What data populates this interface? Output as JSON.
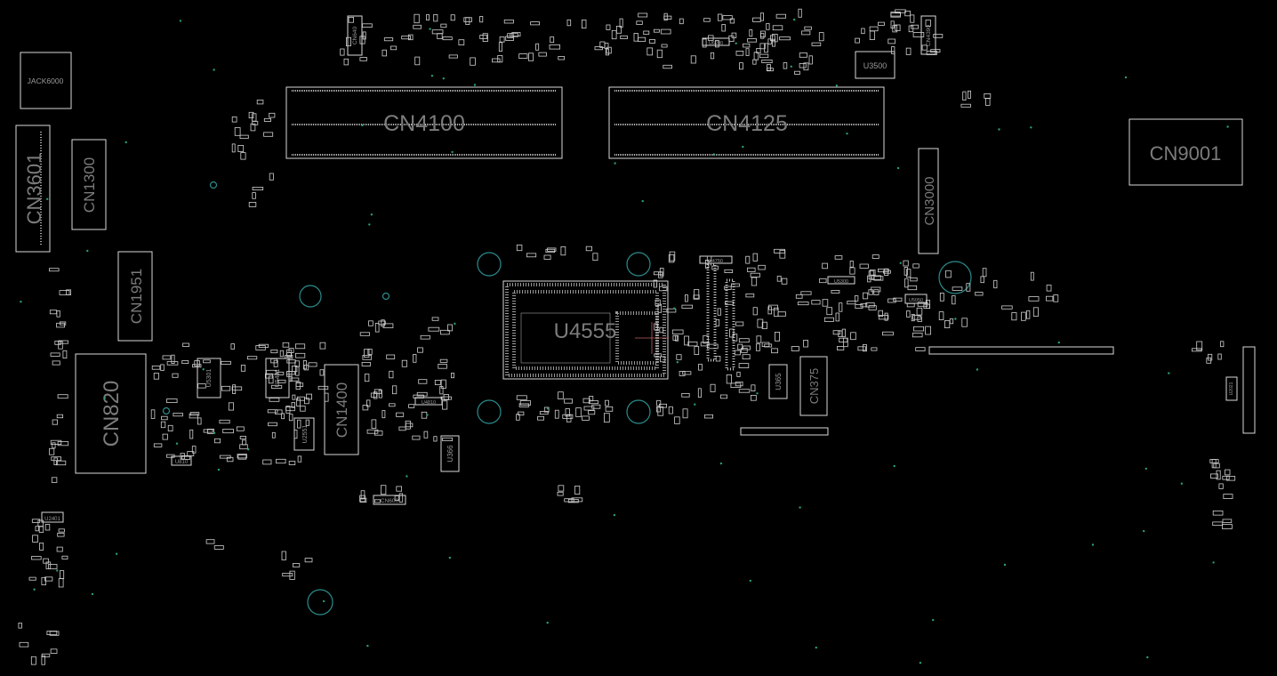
{
  "board": {
    "background": "#000000",
    "outline_color": "#d8d8d8",
    "label_color": "#7c7c7c",
    "hole_color": "#2c8c8c",
    "via_color": "#2a9d7c"
  },
  "components": {
    "jack6000": "JACK6000",
    "cn640": "CN640",
    "cn4390": "CN4390",
    "u3500": "U3500",
    "cn4100": "CN4100",
    "cn4125": "CN4125",
    "cn9001": "CN9001",
    "cn3601": "CN3601",
    "cn1300": "CN1300",
    "cn3000": "CN3000",
    "cn1951": "CN1951",
    "u4555": "U4555",
    "cn820": "CN820",
    "u5301": "U5301",
    "u5401": "U5401",
    "cn1400": "CN1400",
    "u2551": "U2551",
    "u366": "U366",
    "u365": "U365",
    "cn375": "CN375",
    "cn600": "CN600",
    "u2401": "U2401",
    "u810": "U810",
    "u4810": "U4810",
    "u5300": "U5300",
    "u5050": "U5050",
    "x4750": "X4750",
    "u6200": "U6200",
    "u2021": "U2021"
  }
}
